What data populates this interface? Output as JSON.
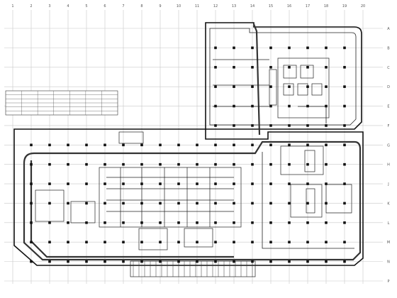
{
  "drawing": {
    "type": "floor-plan",
    "colors": {
      "ink": "#111111",
      "grid": "#c8c8c8",
      "paper": "#ffffff"
    }
  },
  "grid_labels": {
    "top": [
      "1",
      "2",
      "3",
      "4",
      "5",
      "6",
      "7",
      "8",
      "9",
      "10",
      "11",
      "12",
      "13",
      "14",
      "15",
      "16",
      "17",
      "18",
      "19",
      "20"
    ],
    "left": [
      "A",
      "B",
      "C",
      "D",
      "E",
      "F",
      "G",
      "H",
      "J",
      "K",
      "L",
      "M",
      "N",
      "P"
    ]
  },
  "legend_table": {
    "rows": 6,
    "cols": 7
  }
}
